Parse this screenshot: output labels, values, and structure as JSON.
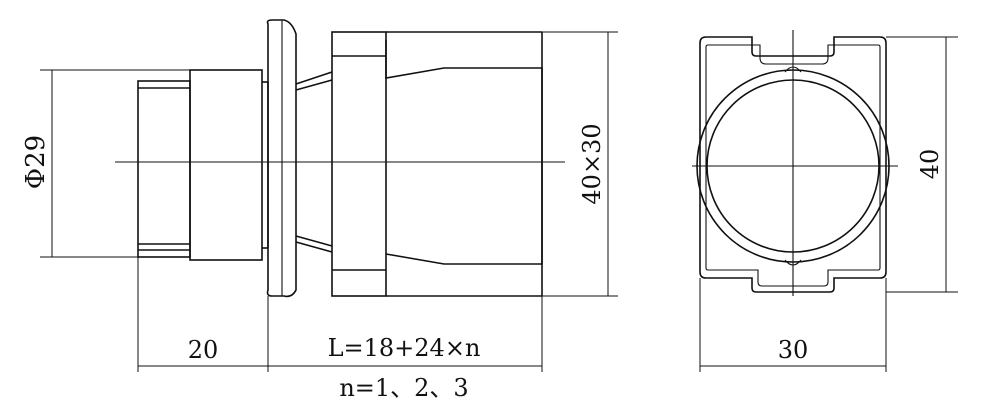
{
  "dimensions": {
    "diameter": "Φ29",
    "front_width": "20",
    "body_length": "L=18+24×n",
    "n_values": "n=1、2、3",
    "side_size": "40×30",
    "end_height": "40",
    "end_width": "30"
  }
}
